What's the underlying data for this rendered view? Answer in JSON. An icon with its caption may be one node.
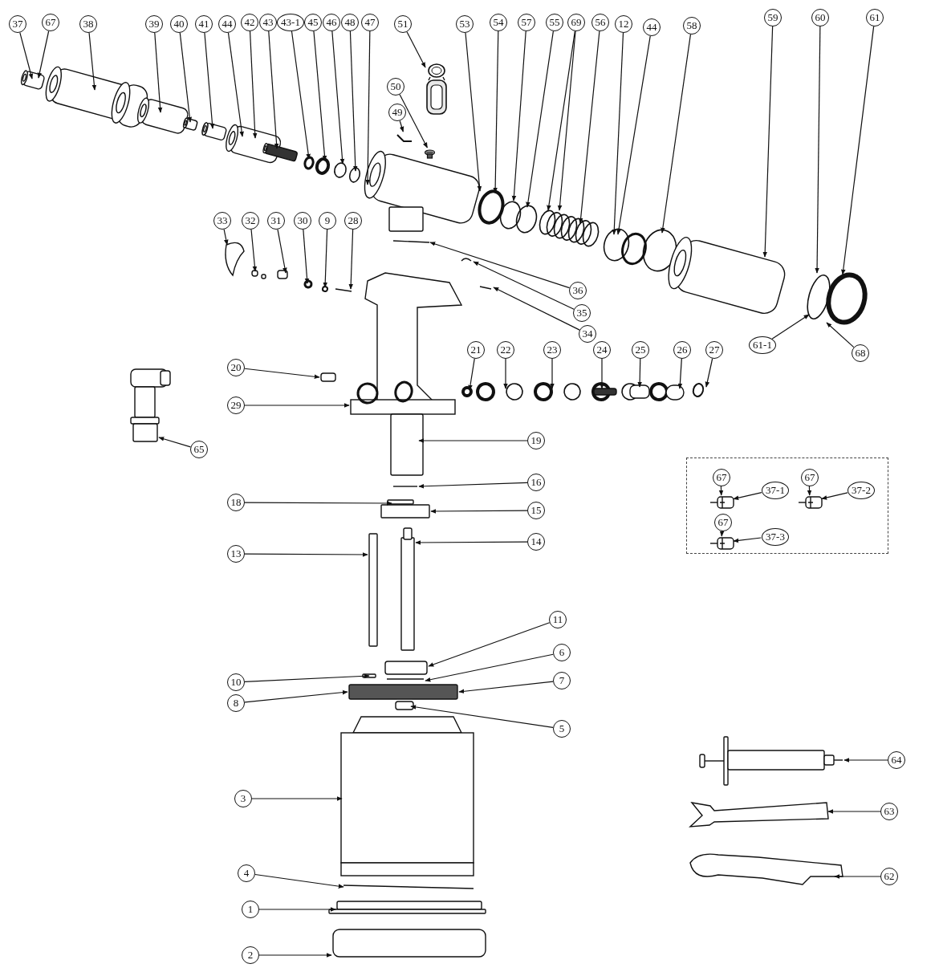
{
  "diagram": {
    "nodes": [
      {
        "text": [
          "37"
        ]
      },
      {
        "text": [
          "67"
        ]
      },
      {
        "text": [
          "38"
        ]
      },
      {
        "text": [
          "39"
        ]
      },
      {
        "text": [
          "40"
        ]
      },
      {
        "text": [
          "41"
        ]
      },
      {
        "text": [
          "44"
        ]
      },
      {
        "text": [
          "42"
        ]
      },
      {
        "text": [
          "43"
        ]
      },
      {
        "text": [
          "43-1"
        ]
      },
      {
        "text": [
          "45"
        ]
      },
      {
        "text": [
          "46"
        ]
      },
      {
        "text": [
          "48"
        ]
      },
      {
        "text": [
          "47"
        ]
      },
      {
        "text": [
          "51"
        ]
      },
      {
        "text": [
          "53"
        ]
      },
      {
        "text": [
          "54"
        ]
      },
      {
        "text": [
          "57"
        ]
      },
      {
        "text": [
          "55"
        ]
      },
      {
        "text": [
          "69"
        ]
      },
      {
        "text": [
          "56"
        ]
      },
      {
        "text": [
          "12"
        ]
      },
      {
        "text": [
          "44"
        ]
      },
      {
        "text": [
          "58"
        ]
      },
      {
        "text": [
          "59"
        ]
      },
      {
        "text": [
          "60"
        ]
      },
      {
        "text": [
          "61"
        ]
      },
      {
        "text": [
          "50"
        ]
      },
      {
        "text": [
          "49"
        ]
      },
      {
        "text": [
          "33"
        ]
      },
      {
        "text": [
          "32"
        ]
      },
      {
        "text": [
          "31"
        ]
      },
      {
        "text": [
          "30"
        ]
      },
      {
        "text": [
          "9"
        ]
      },
      {
        "text": [
          "28"
        ]
      },
      {
        "text": [
          "36"
        ]
      },
      {
        "text": [
          "35"
        ]
      },
      {
        "text": [
          "34"
        ]
      },
      {
        "text": [
          "61-1"
        ]
      },
      {
        "text": [
          "68"
        ]
      },
      {
        "text": [
          "21"
        ]
      },
      {
        "text": [
          "22"
        ]
      },
      {
        "text": [
          "23"
        ]
      },
      {
        "text": [
          "24"
        ]
      },
      {
        "text": [
          "25"
        ]
      },
      {
        "text": [
          "26"
        ]
      },
      {
        "text": [
          "27"
        ]
      },
      {
        "text": [
          "20"
        ]
      },
      {
        "text": [
          "29"
        ]
      },
      {
        "text": [
          "65"
        ]
      },
      {
        "text": [
          "19"
        ]
      },
      {
        "text": [],
        "shape": "box"
      },
      {
        "text": [
          "67"
        ],
        "in": 51
      },
      {
        "text": [
          "37-1"
        ],
        "in": 51
      },
      {
        "text": [
          "67"
        ],
        "in": 51
      },
      {
        "text": [
          "37-2"
        ],
        "in": 51
      },
      {
        "text": [
          "67"
        ],
        "in": 51
      },
      {
        "text": [
          "37-3"
        ],
        "in": 51
      },
      {
        "text": [
          "16"
        ]
      },
      {
        "text": [
          "18"
        ]
      },
      {
        "text": [
          "15"
        ]
      },
      {
        "text": [
          "14"
        ]
      },
      {
        "text": [
          "13"
        ]
      },
      {
        "text": [
          "11"
        ]
      },
      {
        "text": [
          "6"
        ]
      },
      {
        "text": [
          "7"
        ]
      },
      {
        "text": [
          "10"
        ]
      },
      {
        "text": [
          "8"
        ]
      },
      {
        "text": [
          "5"
        ]
      },
      {
        "text": [
          "64"
        ]
      },
      {
        "text": [
          "3"
        ]
      },
      {
        "text": [
          "63"
        ]
      },
      {
        "text": [
          "4"
        ]
      },
      {
        "text": [
          "62"
        ]
      },
      {
        "text": [
          "1"
        ]
      },
      {
        "text": [
          "2"
        ]
      },
      {
        "text": [],
        "shape": "picture"
      },
      {
        "text": [],
        "shape": "picture"
      },
      {
        "text": [],
        "shape": "picture"
      },
      {
        "text": [],
        "shape": "picture",
        "in": 51
      },
      {
        "text": [],
        "shape": "picture",
        "in": 51
      },
      {
        "text": [],
        "shape": "picture",
        "in": 51
      }
    ],
    "edges": [
      {
        "from": 0,
        "to": null,
        "arrow": "to"
      },
      {
        "from": 1,
        "to": null,
        "arrow": "to"
      },
      {
        "from": 2,
        "to": null,
        "arrow": "to"
      },
      {
        "from": 3,
        "to": null,
        "arrow": "to"
      },
      {
        "from": 4,
        "to": null,
        "arrow": "to"
      },
      {
        "from": 5,
        "to": null,
        "arrow": "to"
      },
      {
        "from": 6,
        "to": null,
        "arrow": "to"
      },
      {
        "from": 7,
        "to": null,
        "arrow": "to"
      },
      {
        "from": 8,
        "to": null,
        "arrow": "to"
      },
      {
        "from": 9,
        "to": null,
        "arrow": "to"
      },
      {
        "from": 10,
        "to": null,
        "arrow": "to"
      },
      {
        "from": 11,
        "to": null,
        "arrow": "to"
      },
      {
        "from": 12,
        "to": null,
        "arrow": "to"
      },
      {
        "from": 13,
        "to": null,
        "arrow": "to"
      },
      {
        "from": 14,
        "to": 78,
        "arrow": "to"
      },
      {
        "from": 15,
        "to": null,
        "arrow": "to"
      },
      {
        "from": 16,
        "to": null,
        "arrow": "to"
      },
      {
        "from": 17,
        "to": null,
        "arrow": "to"
      },
      {
        "from": 18,
        "to": null,
        "arrow": "to"
      },
      {
        "from": 19,
        "to": null,
        "arrow": "to"
      },
      {
        "from": 19,
        "to": null,
        "arrow": "to"
      },
      {
        "from": 20,
        "to": null,
        "arrow": "to"
      },
      {
        "from": 21,
        "to": null,
        "arrow": "to"
      },
      {
        "from": 22,
        "to": null,
        "arrow": "to"
      },
      {
        "from": 23,
        "to": null,
        "arrow": "to"
      },
      {
        "from": 24,
        "to": null,
        "arrow": "to"
      },
      {
        "from": 25,
        "to": null,
        "arrow": "to"
      },
      {
        "from": 26,
        "to": null,
        "arrow": "to"
      },
      {
        "from": 27,
        "to": 77,
        "arrow": "to"
      },
      {
        "from": 28,
        "to": 76,
        "arrow": "to"
      },
      {
        "from": 29,
        "to": null,
        "arrow": "to"
      },
      {
        "from": 30,
        "to": null,
        "arrow": "to"
      },
      {
        "from": 31,
        "to": null,
        "arrow": "to"
      },
      {
        "from": 32,
        "to": null,
        "arrow": "to"
      },
      {
        "from": 33,
        "to": null,
        "arrow": "to"
      },
      {
        "from": 34,
        "to": null,
        "arrow": "to"
      },
      {
        "from": 35,
        "to": null,
        "arrow": "to"
      },
      {
        "from": 36,
        "to": null,
        "arrow": "to"
      },
      {
        "from": 37,
        "to": null,
        "arrow": "to"
      },
      {
        "from": 38,
        "to": null,
        "arrow": "to"
      },
      {
        "from": 39,
        "to": null,
        "arrow": "to"
      },
      {
        "from": 40,
        "to": null,
        "arrow": "to"
      },
      {
        "from": 41,
        "to": null,
        "arrow": "to"
      },
      {
        "from": 42,
        "to": null,
        "arrow": "to"
      },
      {
        "from": 43,
        "to": null,
        "arrow": "to"
      },
      {
        "from": 44,
        "to": null,
        "arrow": "to"
      },
      {
        "from": 45,
        "to": null,
        "arrow": "to"
      },
      {
        "from": 46,
        "to": null,
        "arrow": "to"
      },
      {
        "from": 47,
        "to": null,
        "arrow": "to"
      },
      {
        "from": 48,
        "to": null,
        "arrow": "to"
      },
      {
        "from": 49,
        "to": null,
        "arrow": "to"
      },
      {
        "from": 50,
        "to": null,
        "arrow": "to"
      },
      {
        "from": 52,
        "to": 79,
        "arrow": "to"
      },
      {
        "from": 53,
        "to": 79,
        "arrow": "to"
      },
      {
        "from": 54,
        "to": 80,
        "arrow": "to"
      },
      {
        "from": 55,
        "to": 80,
        "arrow": "to"
      },
      {
        "from": 56,
        "to": 81,
        "arrow": "to"
      },
      {
        "from": 57,
        "to": 81,
        "arrow": "to"
      },
      {
        "from": 58,
        "to": null,
        "arrow": "to"
      },
      {
        "from": 59,
        "to": null,
        "arrow": "to"
      },
      {
        "from": 60,
        "to": null,
        "arrow": "to"
      },
      {
        "from": 61,
        "to": null,
        "arrow": "to"
      },
      {
        "from": 62,
        "to": null,
        "arrow": "to"
      },
      {
        "from": 63,
        "to": null,
        "arrow": "to"
      },
      {
        "from": 64,
        "to": null,
        "arrow": "to"
      },
      {
        "from": 65,
        "to": null,
        "arrow": "to"
      },
      {
        "from": 66,
        "to": null,
        "arrow": "to"
      },
      {
        "from": 67,
        "to": null,
        "arrow": "to"
      },
      {
        "from": 68,
        "to": null,
        "arrow": "to"
      },
      {
        "from": 69,
        "to": null,
        "arrow": "to"
      },
      {
        "from": 70,
        "to": null,
        "arrow": "to"
      },
      {
        "from": 71,
        "to": null,
        "arrow": "to"
      },
      {
        "from": 72,
        "to": null,
        "arrow": "to"
      },
      {
        "from": 73,
        "to": null,
        "arrow": "to"
      },
      {
        "from": 74,
        "to": null,
        "arrow": "to"
      },
      {
        "from": 75,
        "to": null,
        "arrow": "to"
      }
    ]
  }
}
